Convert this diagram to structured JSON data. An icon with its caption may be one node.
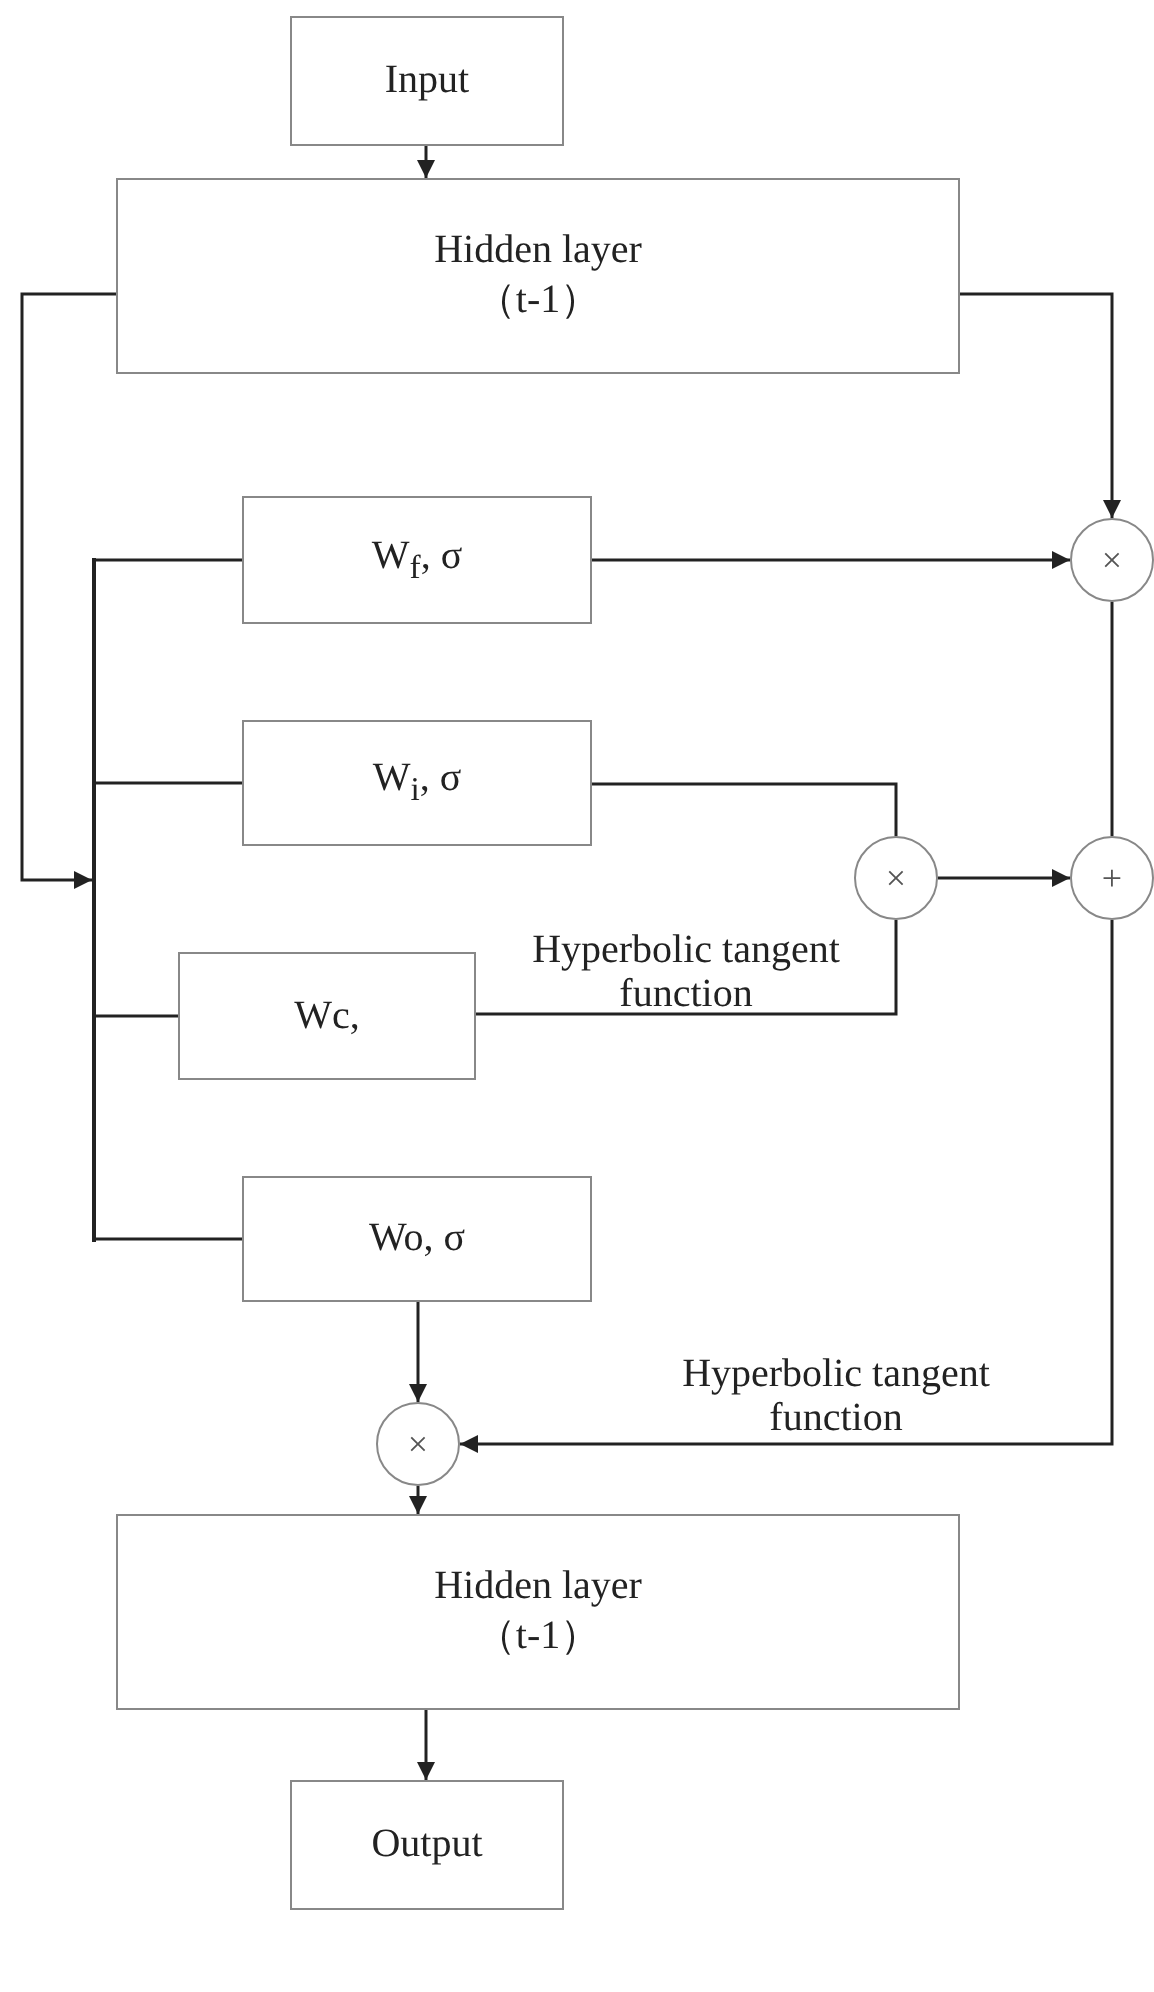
{
  "diagram": {
    "nodes": [
      {
        "text": [
          "Input"
        ]
      },
      {
        "text": [
          "Hidden layer （t-1）"
        ]
      },
      {
        "text": [
          "W$_{f}$, σ"
        ]
      },
      {
        "text": [
          "W$_{i}$, σ"
        ]
      },
      {
        "text": [
          "Wc,"
        ]
      },
      {
        "text": [
          "Wo, σ"
        ]
      },
      {
        "text": [
          "×"
        ]
      },
      {
        "text": [
          "×"
        ]
      },
      {
        "text": [
          "+"
        ]
      },
      {
        "text": [
          "×"
        ]
      },
      {
        "text": [
          "Hidden layer （t-1）"
        ]
      },
      {
        "text": [
          "Output"
        ]
      },
      {
        "text": [],
        "shape": "bar"
      }
    ],
    "edges": [
      {
        "from": 0,
        "to": 1,
        "arrow": "to"
      },
      {
        "from": 1,
        "to": 12,
        "arrow": "to"
      },
      {
        "from": 12,
        "to": 2,
        "arrow": "none"
      },
      {
        "from": 12,
        "to": 3,
        "arrow": "none"
      },
      {
        "from": 12,
        "to": 4,
        "arrow": "none"
      },
      {
        "from": 12,
        "to": 5,
        "arrow": "none"
      },
      {
        "from": 1,
        "to": 6,
        "arrow": "to"
      },
      {
        "from": 2,
        "to": 6,
        "arrow": "to"
      },
      {
        "from": 3,
        "to": 7,
        "arrow": "none"
      },
      {
        "from": 4,
        "to": 7,
        "arrow": "none",
        "label": "Hyperbolic tangent function"
      },
      {
        "from": 6,
        "to": 8,
        "arrow": "none"
      },
      {
        "from": 7,
        "to": 8,
        "arrow": "to"
      },
      {
        "from": 8,
        "to": 9,
        "arrow": "to",
        "label": "Hyperbolic tangent function"
      },
      {
        "from": 5,
        "to": 9,
        "arrow": "to"
      },
      {
        "from": 9,
        "to": 10,
        "arrow": "to"
      },
      {
        "from": 10,
        "to": 11,
        "arrow": "to"
      }
    ]
  }
}
